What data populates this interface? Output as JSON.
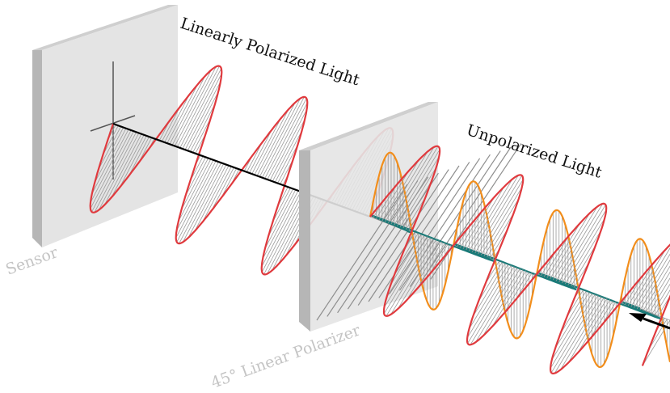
{
  "labels": {
    "linearly_polarized": "Linearly Polarized Light",
    "unpolarized": "Unpolarized Light",
    "sensor": "Sensor",
    "polarizer": "45° Linear Polarizer"
  },
  "colors": {
    "red_wave": "#e03a3e",
    "orange_wave": "#f28e1c",
    "teal_wave": "#1a7a78",
    "hatch": "#9a9a9a",
    "panel_face": "#e4e4e4",
    "panel_side": "#b6b6b6",
    "panel_top": "#cfcfcf",
    "axis": "#000000",
    "light_label": "#c4c4c4"
  }
}
